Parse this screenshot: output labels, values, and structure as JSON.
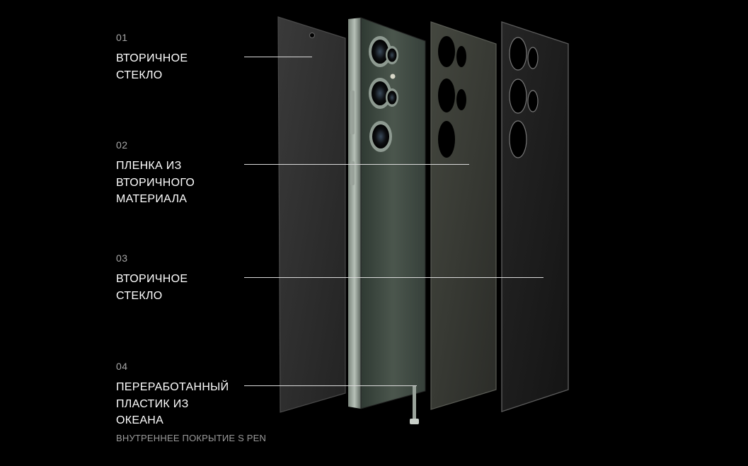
{
  "colors": {
    "background": "#000000",
    "text": "#ffffff",
    "muted": "#9a9a9a",
    "leader_line": "#d9d9d9",
    "phone_green": "#3f4a42"
  },
  "layers": [
    {
      "number": "01",
      "title": "ВТОРИЧНОЕ\nСТЕКЛО",
      "subtitle": ""
    },
    {
      "number": "02",
      "title": "ПЛЕНКА ИЗ\nВТОРИЧНОГО\nМАТЕРИАЛА",
      "subtitle": ""
    },
    {
      "number": "03",
      "title": "ВТОРИЧНОЕ\nСТЕКЛО",
      "subtitle": ""
    },
    {
      "number": "04",
      "title": "ПЕРЕРАБОТАННЫЙ\nПЛАСТИК ИЗ\nОКЕАНА",
      "subtitle": "ВНУТРЕННЕЕ ПОКРЫТИЕ S PEN"
    }
  ]
}
